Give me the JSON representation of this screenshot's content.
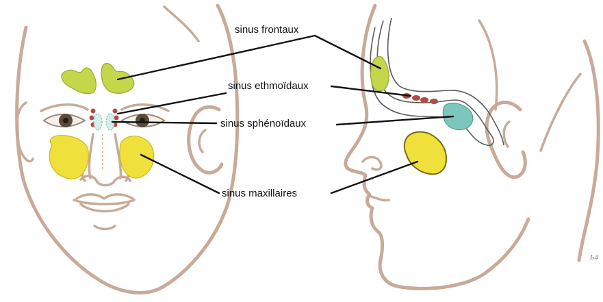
{
  "labels": {
    "frontal": "sinus frontaux",
    "ethmoid": "sinus ethmoïdaux",
    "sphenoid": "sinus sphénoïdaux",
    "maxillary": "sinus maxillaires"
  },
  "colors": {
    "skin_outline": "#c9aa98",
    "frontal_sinus": "#c4d64a",
    "ethmoid_sinus": "#b34b45",
    "sphenoid_sinus": "#7cc6bd",
    "maxillary_sinus": "#f0e03c",
    "leader_line": "#111111"
  },
  "signature": "Ь4"
}
